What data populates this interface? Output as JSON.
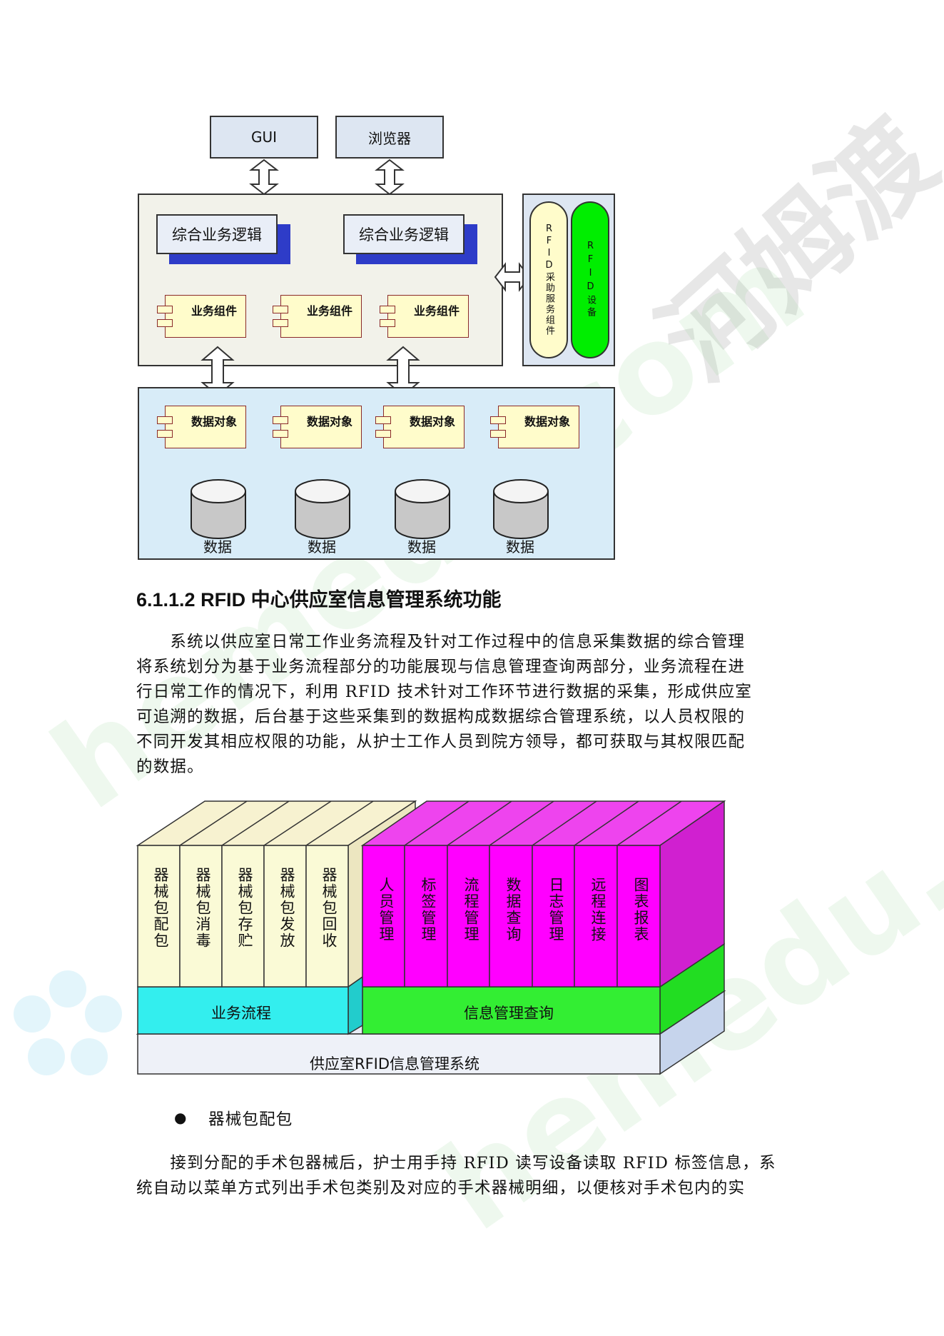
{
  "diagram1": {
    "top_boxes": [
      "GUI",
      "浏览器"
    ],
    "logic_boxes": [
      "综合业务逻辑",
      "综合业务逻辑"
    ],
    "business_components": [
      "业务组件",
      "业务组件",
      "业务组件"
    ],
    "data_objects": [
      "数据对象",
      "数据对象",
      "数据对象",
      "数据对象"
    ],
    "databases": [
      "数据",
      "数据",
      "数据",
      "数据"
    ],
    "rfid_service": "RFID采助服务组件",
    "rfid_device": "RFID设备"
  },
  "section": {
    "heading": "6.1.1.2 RFID 中心供应室信息管理系统功能",
    "intro_lines": [
      "　　系统以供应室日常工作业务流程及针对工作过程中的信息采集数据的综合管理",
      "将系统划分为基于业务流程部分的功能展现与信息管理查询两部分，业务流程在进",
      "行日常工作的情况下，利用 RFID 技术针对工作环节进行数据的采集，形成供应室",
      "可追溯的数据，后台基于这些采集到的数据构成数据综合管理系统，以人员权限的",
      "不同开发其相应权限的功能，从护士工作人员到院方领导，都可获取与其权限匹配",
      "的数据。"
    ]
  },
  "diagram2": {
    "business_columns": [
      "器械包配包",
      "器械包消毒",
      "器械包存贮",
      "器械包发放",
      "器械包回收"
    ],
    "info_columns": [
      "人员管理",
      "标签管理",
      "流程管理",
      "数据查询",
      "日志管理",
      "远程连接",
      "图表报表"
    ],
    "business_base": "业务流程",
    "info_base": "信息管理查询",
    "system_base": "供应室RFID信息管理系统"
  },
  "bullet": {
    "symbol": "●",
    "label": "器械包配包"
  },
  "closing_lines": [
    "　　接到分配的手术包器械后，护士用手持 RFID 读写设备读取 RFID 标签信息，系",
    "统自动以菜单方式列出手术包类别及对应的手术器械明细，以便核对手术包内的实"
  ],
  "watermark": [
    "河姆渡",
    "hemedu.com"
  ]
}
